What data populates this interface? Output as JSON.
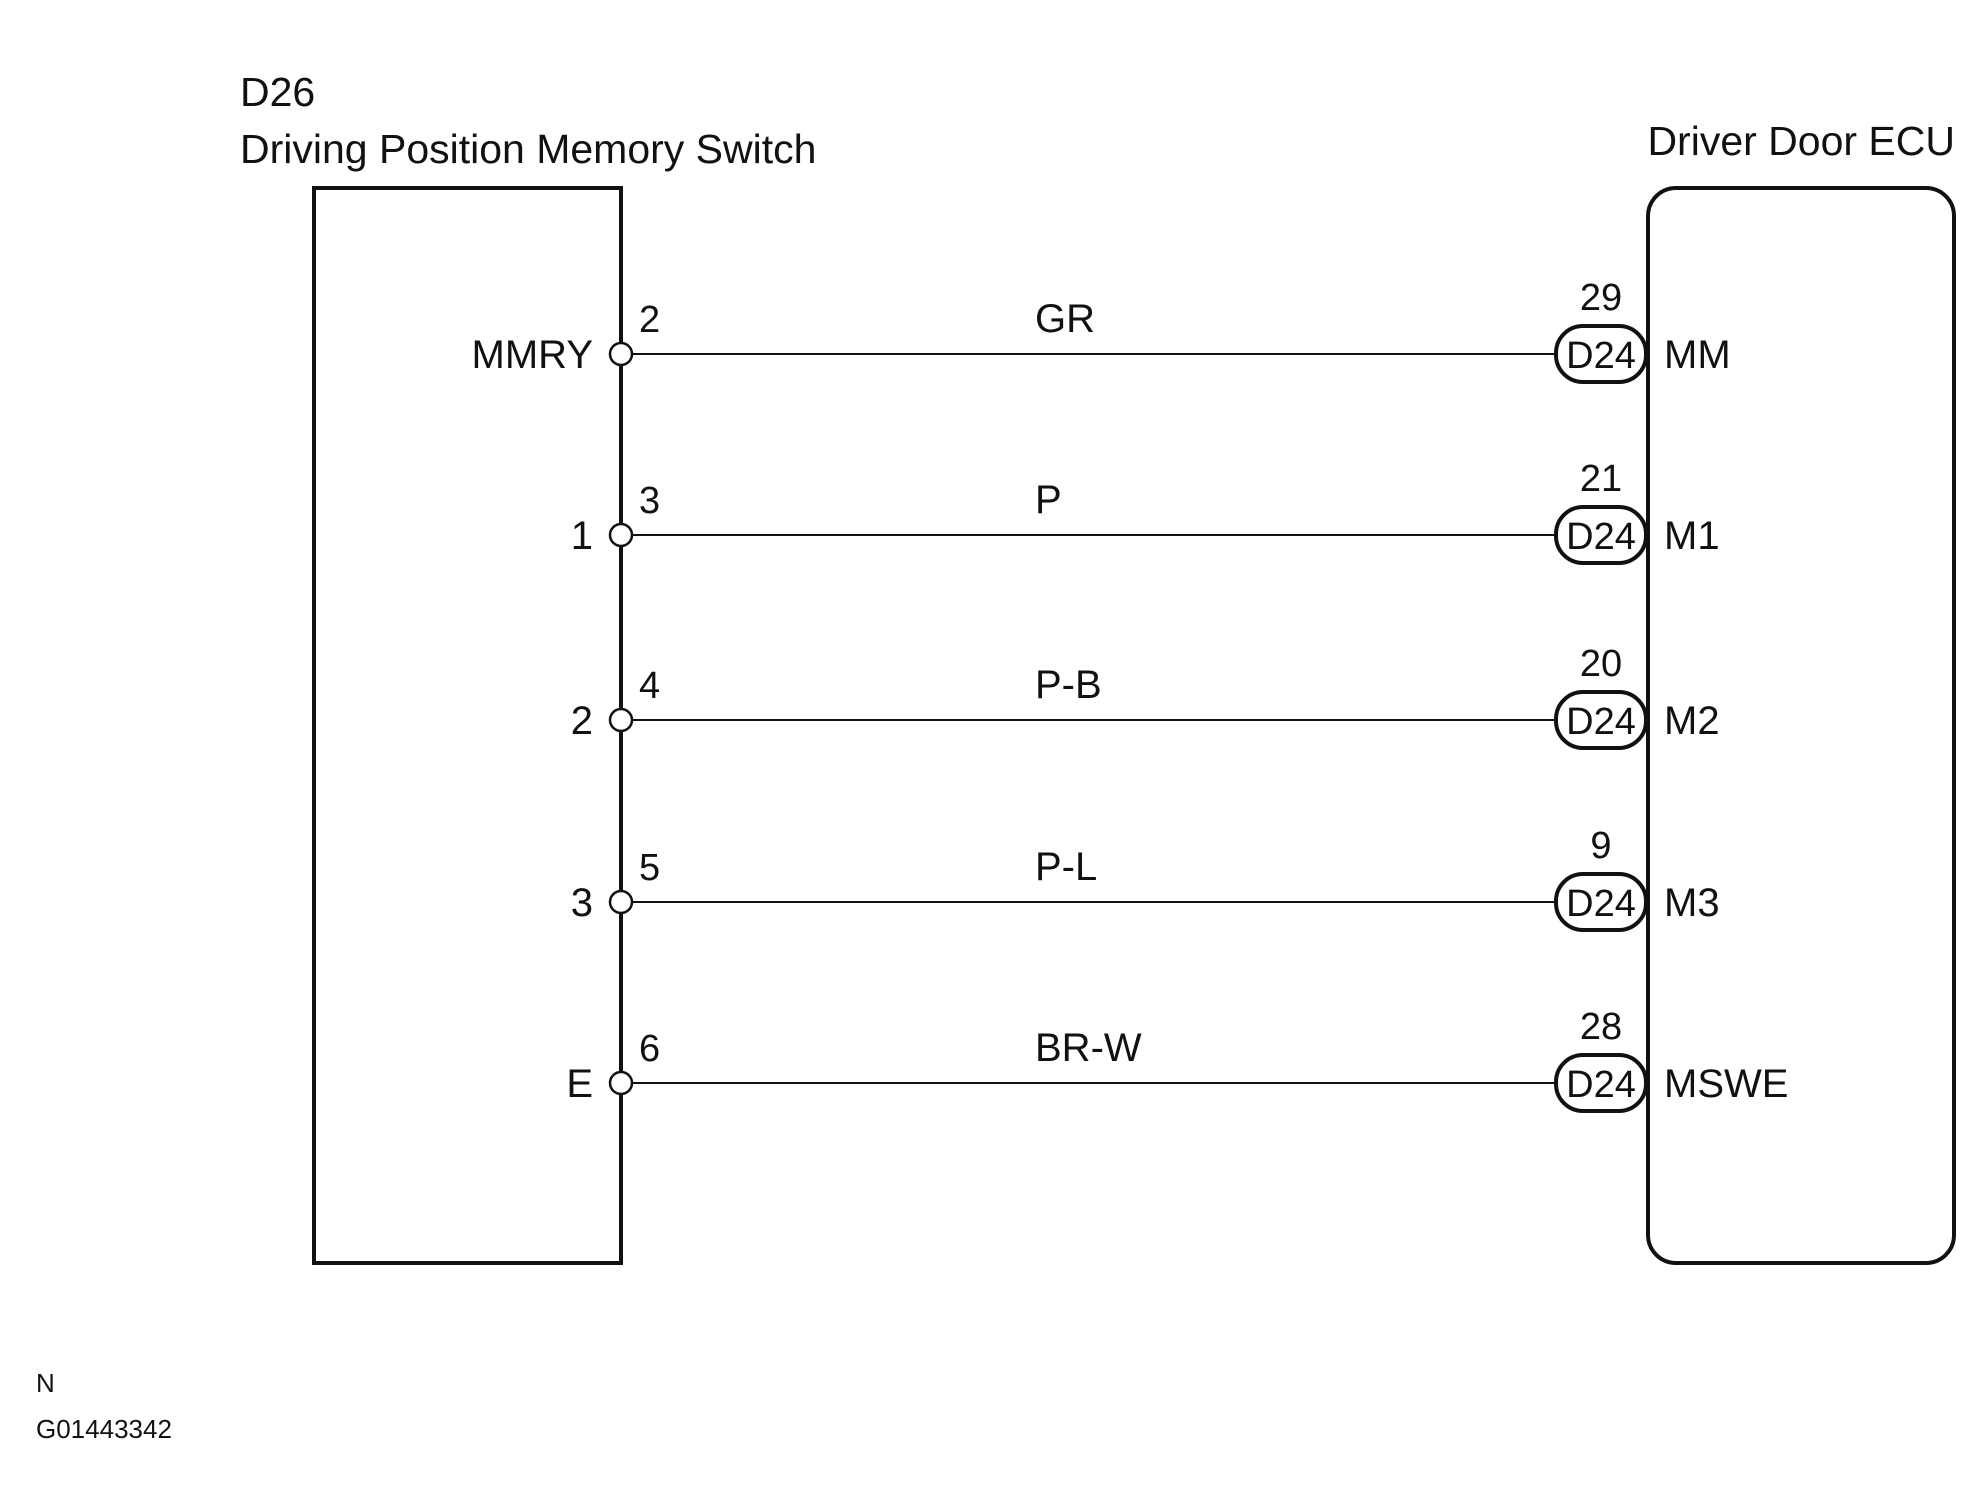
{
  "switch": {
    "code": "D26",
    "title": "Driving Position Memory Switch"
  },
  "ecu": {
    "title": "Driver Door ECU"
  },
  "circuits": [
    {
      "switch_terminal": "MMRY",
      "switch_pin": "2",
      "wire_color": "GR",
      "connector": "D24",
      "ecu_pin": "29",
      "ecu_terminal": "MM"
    },
    {
      "switch_terminal": "1",
      "switch_pin": "3",
      "wire_color": "P",
      "connector": "D24",
      "ecu_pin": "21",
      "ecu_terminal": "M1"
    },
    {
      "switch_terminal": "2",
      "switch_pin": "4",
      "wire_color": "P-B",
      "connector": "D24",
      "ecu_pin": "20",
      "ecu_terminal": "M2"
    },
    {
      "switch_terminal": "3",
      "switch_pin": "5",
      "wire_color": "P-L",
      "connector": "D24",
      "ecu_pin": "9",
      "ecu_terminal": "M3"
    },
    {
      "switch_terminal": "E",
      "switch_pin": "6",
      "wire_color": "BR-W",
      "connector": "D24",
      "ecu_pin": "28",
      "ecu_terminal": "MSWE"
    }
  ],
  "footer": {
    "mark": "N",
    "figure_id": "G01443342"
  }
}
